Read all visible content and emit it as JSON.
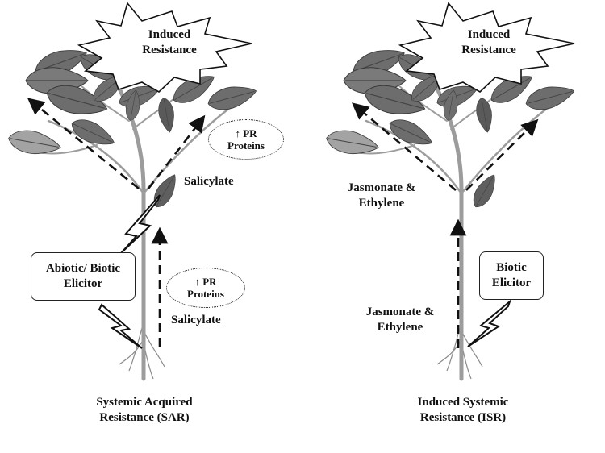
{
  "panels": {
    "sar": {
      "burst_label_line1": "Induced",
      "burst_label_line2": "Resistance",
      "pr_upper_line1": "↑ PR",
      "pr_upper_line2": "Proteins",
      "signal_upper": "Salicylate",
      "elicitor_line1": "Abiotic/ Biotic",
      "elicitor_line2": "Elicitor",
      "pr_lower_line1": "↑ PR",
      "pr_lower_line2": "Proteins",
      "signal_lower": "Salicylate",
      "caption_line1": "Systemic Acquired",
      "caption_term": "Resistance",
      "caption_abbr": "(SAR)"
    },
    "isr": {
      "burst_label_line1": "Induced",
      "burst_label_line2": "Resistance",
      "signal_upper_line1": "Jasmonate &",
      "signal_upper_line2": "Ethylene",
      "elicitor_line1": "Biotic",
      "elicitor_line2": "Elicitor",
      "signal_lower_line1": "Jasmonate &",
      "signal_lower_line2": "Ethylene",
      "caption_line1": "Induced Systemic",
      "caption_term": "Resistance",
      "caption_abbr": "(ISR)"
    }
  },
  "colors": {
    "leaf_dark": "#6d6d6d",
    "leaf_light": "#9a9a9a",
    "stem": "#9c9c9c",
    "ink": "#111111"
  }
}
